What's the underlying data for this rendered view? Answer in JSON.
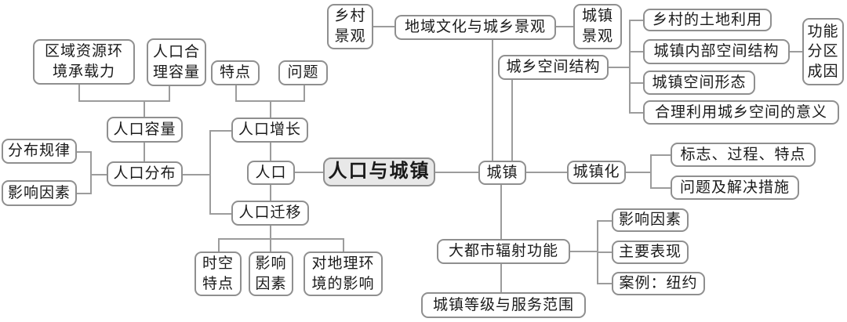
{
  "diagram": {
    "root": {
      "label": "人口与城镇"
    },
    "nodes": {
      "regional_capacity": {
        "label": "区域资源环\n境承载力"
      },
      "reasonable_capacity": {
        "label": "人口合\n理容量"
      },
      "growth_features": {
        "label": "特点"
      },
      "growth_problems": {
        "label": "问题"
      },
      "population_capacity": {
        "label": "人口容量"
      },
      "distribution_rules": {
        "label": "分布规律"
      },
      "distribution_factors": {
        "label": "影响因素"
      },
      "population_distribution": {
        "label": "人口分布"
      },
      "population_growth": {
        "label": "人口增长"
      },
      "population": {
        "label": "人口"
      },
      "population_migration": {
        "label": "人口迁移"
      },
      "migration_spatiotemporal": {
        "label": "时空\n特点"
      },
      "migration_factors": {
        "label": "影响\n因素"
      },
      "migration_impact": {
        "label": "对地理环\n境的影响"
      },
      "rural_landscape": {
        "label": "乡村\n景观"
      },
      "regional_culture": {
        "label": "地域文化与城乡景观"
      },
      "urban_landscape": {
        "label": "城镇\n景观"
      },
      "urban_rural_structure": {
        "label": "城乡空间结构"
      },
      "rural_land_use": {
        "label": "乡村的土地利用"
      },
      "urban_internal_structure": {
        "label": "城镇内部空间结构"
      },
      "functional_zone_causes": {
        "label": "功能\n分区\n成因"
      },
      "urban_spatial_form": {
        "label": "城镇空间形态"
      },
      "rational_space_use": {
        "label": "合理利用城乡空间的意义"
      },
      "town": {
        "label": "城镇"
      },
      "urbanization": {
        "label": "城镇化"
      },
      "urbanization_marks": {
        "label": "标志、过程、特点"
      },
      "urbanization_problems": {
        "label": "问题及解决措施"
      },
      "metropolis_radiation": {
        "label": "大都市辐射功能"
      },
      "radiation_factors": {
        "label": "影响因素"
      },
      "radiation_manifestations": {
        "label": "主要表现"
      },
      "radiation_case": {
        "label": "案例：纽约"
      },
      "town_hierarchy": {
        "label": "城镇等级与服务范围"
      }
    },
    "colors": {
      "root_fill": "#e8e8e8",
      "box_border": "#8f8f8f",
      "line": "#9c9c9c",
      "text": "#1a1a1a",
      "background": "#ffffff"
    }
  }
}
